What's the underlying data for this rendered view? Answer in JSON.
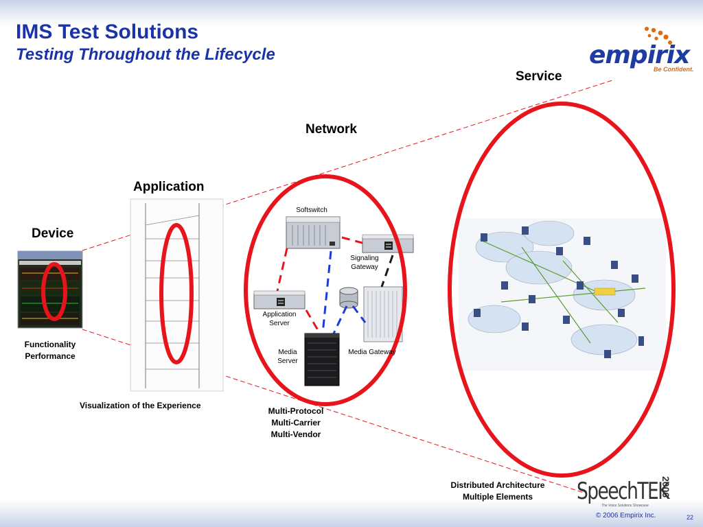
{
  "slide": {
    "title": "IMS Test Solutions",
    "subtitle": "Testing Throughout the Lifecycle"
  },
  "logo": {
    "name": "empirix",
    "tagline": "Be Confident.",
    "accent_color": "#e06a10",
    "brand_color": "#1d3ba0"
  },
  "tiers": {
    "device": "Device",
    "application": "Application",
    "network": "Network",
    "service": "Service"
  },
  "device_caption": [
    "Functionality",
    "Performance"
  ],
  "application_caption": "Visualization of the Experience",
  "network_nodes": {
    "softswitch": "Softswitch",
    "signaling_gateway": [
      "Signaling",
      "Gateway"
    ],
    "application_server": [
      "Application",
      "Server"
    ],
    "media_server": [
      "Media",
      "Server"
    ],
    "media_gateway": "Media Gateway"
  },
  "network_caption": [
    "Multi-Protocol",
    "Multi-Carrier",
    "Multi-Vendor"
  ],
  "service_caption": [
    "Distributed Architecture",
    "Multiple Elements"
  ],
  "sponsor": {
    "name": "SpeechTEK",
    "year": "2006",
    "tagline": "The Voice Solutions Showcase"
  },
  "footer": {
    "copyright": "© 2006 Empirix Inc.",
    "page_number": "22"
  },
  "colors": {
    "title_blue": "#1a33a8",
    "highlight_red": "#e8141c",
    "link_blue": "#1a3cd4"
  }
}
